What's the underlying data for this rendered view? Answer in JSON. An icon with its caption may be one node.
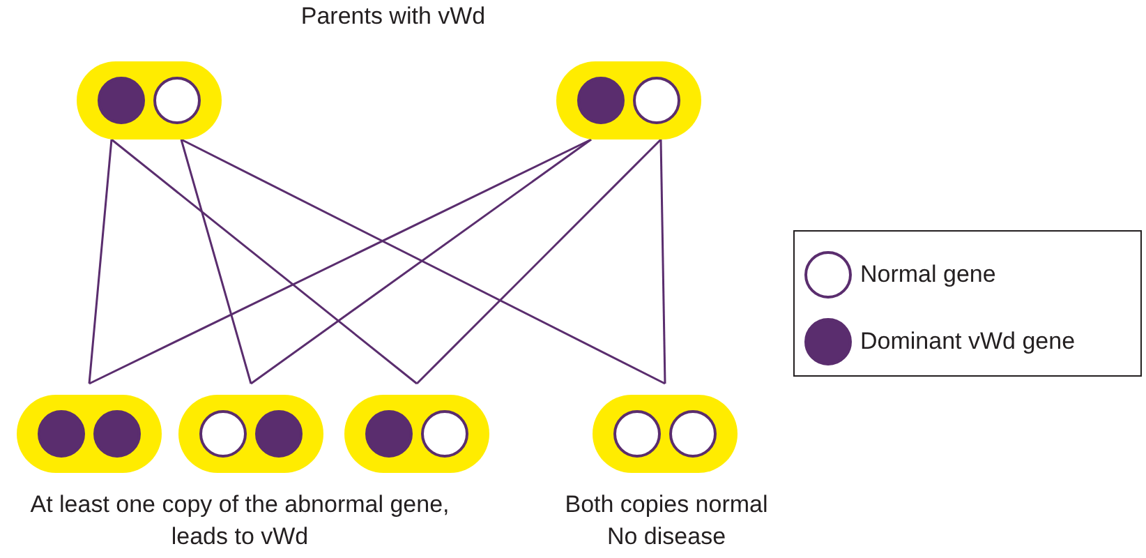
{
  "diagram": {
    "title": "Parents with vWd",
    "nodes": [
      {
        "text": [],
        "shape": "box"
      },
      {
        "text": [],
        "shape": "box"
      },
      {
        "text": [],
        "shape": "box"
      },
      {
        "text": [],
        "shape": "box"
      },
      {
        "text": [],
        "shape": "box"
      },
      {
        "text": [],
        "shape": "box"
      }
    ],
    "edges": [
      {
        "from": 0,
        "to": 2,
        "arrow": "none"
      },
      {
        "from": 0,
        "to": 4,
        "arrow": "none"
      },
      {
        "from": 0,
        "to": 3,
        "arrow": "none"
      },
      {
        "from": 0,
        "to": 5,
        "arrow": "none"
      },
      {
        "from": 1,
        "to": 2,
        "arrow": "none"
      },
      {
        "from": 1,
        "to": 3,
        "arrow": "none"
      },
      {
        "from": 1,
        "to": 4,
        "arrow": "none"
      },
      {
        "from": 1,
        "to": 5,
        "arrow": "none"
      }
    ],
    "labels": [
      "At least one copy of the abnormal gene, leads to vWd",
      "Both copies normal",
      "No disease"
    ],
    "legend": [
      {
        "text": "Normal gene",
        "color": "#ffffff"
      },
      {
        "text": "Dominant vWd gene",
        "color": "#5a2d6e"
      }
    ]
  }
}
